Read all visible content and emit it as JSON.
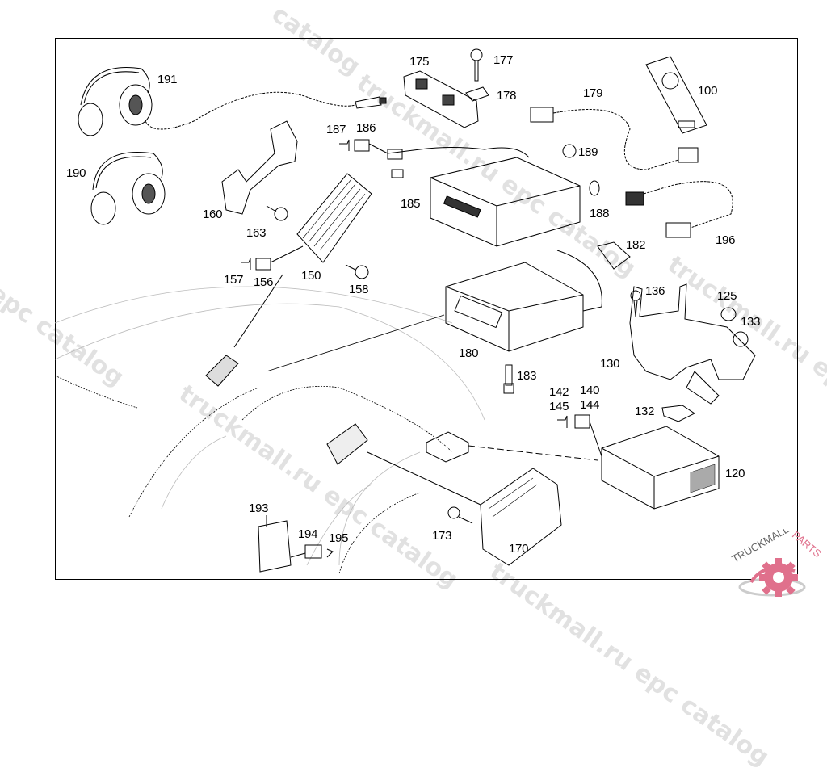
{
  "diagram": {
    "type": "exploded-parts-diagram",
    "subject": "audio / entertainment system components",
    "callouts": [
      {
        "id": "191",
        "part": "headphones-corded"
      },
      {
        "id": "190",
        "part": "headphones-wireless"
      },
      {
        "id": "175",
        "part": "control-panel-strip"
      },
      {
        "id": "177",
        "part": "screw"
      },
      {
        "id": "178",
        "part": "clip-nut"
      },
      {
        "id": "179",
        "part": "cable-connector"
      },
      {
        "id": "100",
        "part": "remote-control"
      },
      {
        "id": "187",
        "part": "pin"
      },
      {
        "id": "186",
        "part": "connector-housing"
      },
      {
        "id": "189",
        "part": "grommet"
      },
      {
        "id": "185",
        "part": "cd-radio-unit"
      },
      {
        "id": "188",
        "part": "washer"
      },
      {
        "id": "160",
        "part": "mounting-bracket"
      },
      {
        "id": "163",
        "part": "bolt"
      },
      {
        "id": "196",
        "part": "adapter-cable"
      },
      {
        "id": "182",
        "part": "clip"
      },
      {
        "id": "157",
        "part": "pin"
      },
      {
        "id": "156",
        "part": "connector-housing"
      },
      {
        "id": "150",
        "part": "amplifier"
      },
      {
        "id": "158",
        "part": "bolt"
      },
      {
        "id": "136",
        "part": "screw"
      },
      {
        "id": "125",
        "part": "nut"
      },
      {
        "id": "133",
        "part": "nut"
      },
      {
        "id": "130",
        "part": "bracket"
      },
      {
        "id": "180",
        "part": "cd-changer"
      },
      {
        "id": "183",
        "part": "bolt"
      },
      {
        "id": "142",
        "part": "pin"
      },
      {
        "id": "145",
        "part": "pin"
      },
      {
        "id": "140",
        "part": "connector-housing"
      },
      {
        "id": "144",
        "part": "connector-housing"
      },
      {
        "id": "132",
        "part": "pad"
      },
      {
        "id": "120",
        "part": "navigation-unit"
      },
      {
        "id": "193",
        "part": "control-module"
      },
      {
        "id": "194",
        "part": "connector-housing"
      },
      {
        "id": "195",
        "part": "pin"
      },
      {
        "id": "173",
        "part": "bolt"
      },
      {
        "id": "170",
        "part": "control-unit"
      }
    ]
  },
  "watermarks": {
    "text_a": "truckmall.ru epc catalog",
    "text_b": "epc catalog",
    "text_c": "catalog"
  },
  "logo": {
    "text": "TRUCKMALLPARTS",
    "text_part1": "TRUCKMALL",
    "text_part2": "PARTS",
    "brand_color": "#e0708c",
    "icon": "gear-logo-icon"
  }
}
